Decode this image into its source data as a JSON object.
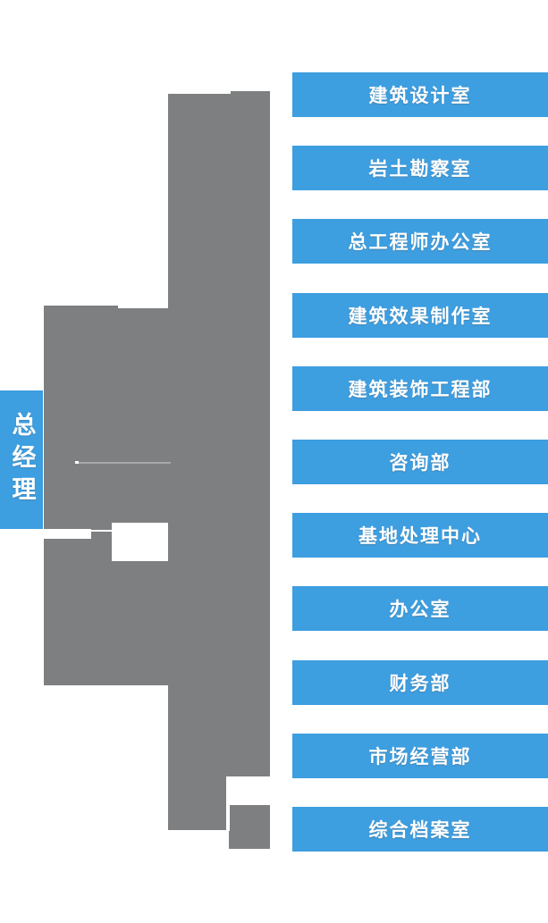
{
  "org_chart": {
    "root": {
      "label": "总经理"
    },
    "departments": [
      {
        "label": "建筑设计室"
      },
      {
        "label": "岩土勘察室"
      },
      {
        "label": "总工程师办公室"
      },
      {
        "label": "建筑效果制作室"
      },
      {
        "label": "建筑装饰工程部"
      },
      {
        "label": "咨询部"
      },
      {
        "label": "基地处理中心"
      },
      {
        "label": "办公室"
      },
      {
        "label": "财务部"
      },
      {
        "label": "市场经营部"
      },
      {
        "label": "综合档案室"
      }
    ],
    "colors": {
      "node_blue": "#3d9ee0",
      "connector_gray": "#7d7f80",
      "label_white": "#ffffff"
    }
  }
}
